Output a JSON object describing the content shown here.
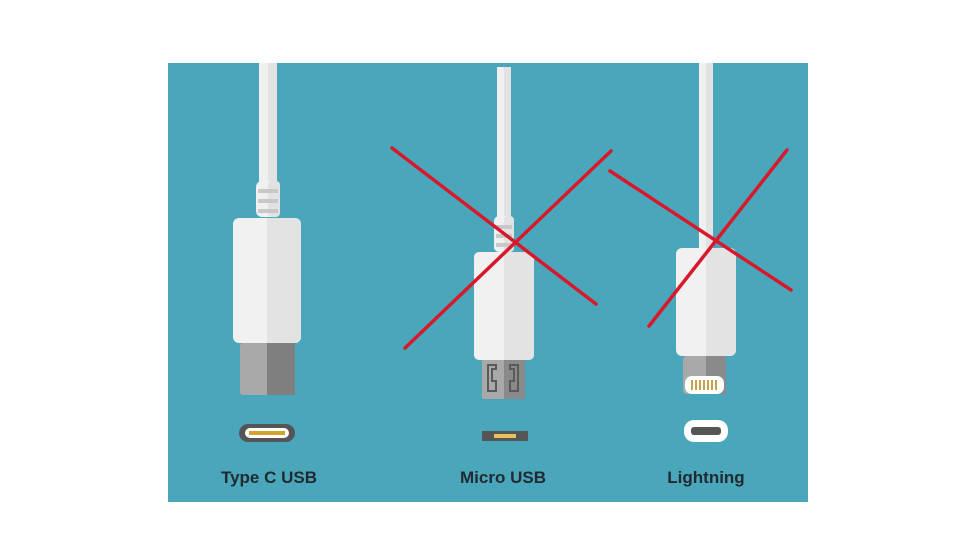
{
  "colors": {
    "background": "#4aa6bb",
    "cable_light": "#f0f0f0",
    "cable_shade": "#e0e0e0",
    "plug_gray": "#a9a9a9",
    "plug_dark": "#7f7f7f",
    "cross_red": "#d8192c",
    "label_text": "#222a30"
  },
  "connectors": [
    {
      "id": "type-c",
      "label": "Type C USB",
      "crossed_out": false
    },
    {
      "id": "micro-usb",
      "label": "Micro USB",
      "crossed_out": true
    },
    {
      "id": "lightning",
      "label": "Lightning",
      "crossed_out": true
    }
  ]
}
